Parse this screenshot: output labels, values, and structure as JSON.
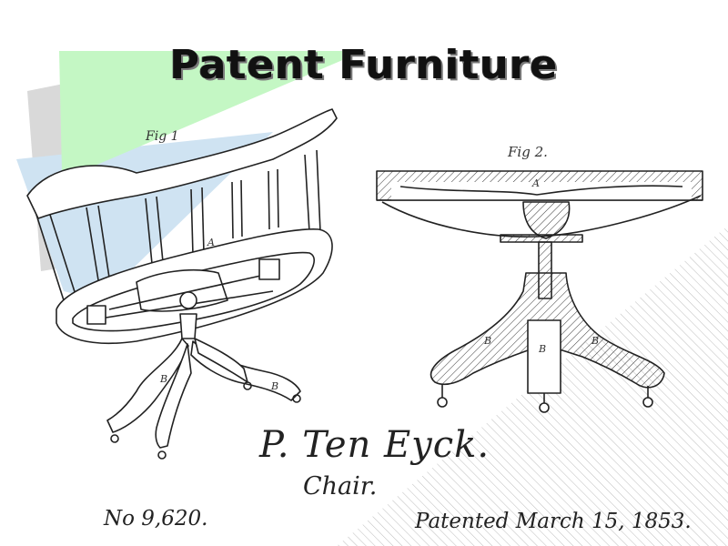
{
  "slide": {
    "title": "Patent Furniture"
  },
  "patent": {
    "inventor": "P. Ten Eyck.",
    "subject": "Chair.",
    "number": "No 9,620.",
    "date": "Patented March 15, 1853."
  },
  "figures": {
    "fig1_label": "Fig 1",
    "fig2_label": "Fig 2."
  },
  "part_letters": {
    "fig1_seat": "A",
    "fig1_leg_left": "B",
    "fig1_leg_right": "B",
    "fig2_top": "A",
    "fig2_post": "B",
    "fig2_leg_left": "B",
    "fig2_leg_right": "B"
  },
  "colors": {
    "accent_green": "#c4f7c4",
    "accent_blue": "#cfe3f2",
    "accent_gray": "#d9d9d9",
    "ink": "#222222",
    "hatch_gray": "#e6e6e6"
  }
}
